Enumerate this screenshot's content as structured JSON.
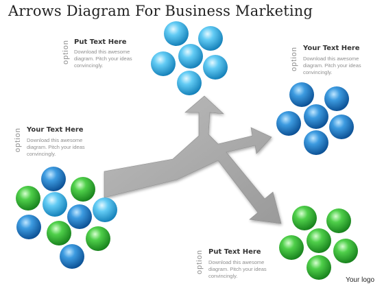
{
  "title": "Arrows Diagram For Business Marketing",
  "blocks": [
    {
      "option": "option",
      "heading": "Put Text Here",
      "body": "Download this awesome diagram. Pitch your ideas convincingly."
    },
    {
      "option": "option",
      "heading": "Your Text Here",
      "body": "Download this awesome diagram. Pitch your ideas convincingly."
    },
    {
      "option": "option",
      "heading": "Your Text Here",
      "body": "Download this awesome diagram. Pitch your ideas convincingly."
    },
    {
      "option": "option",
      "heading": "Put Text Here",
      "body": "Download this awesome diagram. Pitch your ideas convincingly."
    }
  ],
  "logo": "Your logo",
  "colors": {
    "blue": "#2a8fd6",
    "light_blue": "#5cc6f2",
    "green": "#3fbf3f",
    "arrow": "#a9a9a9"
  }
}
